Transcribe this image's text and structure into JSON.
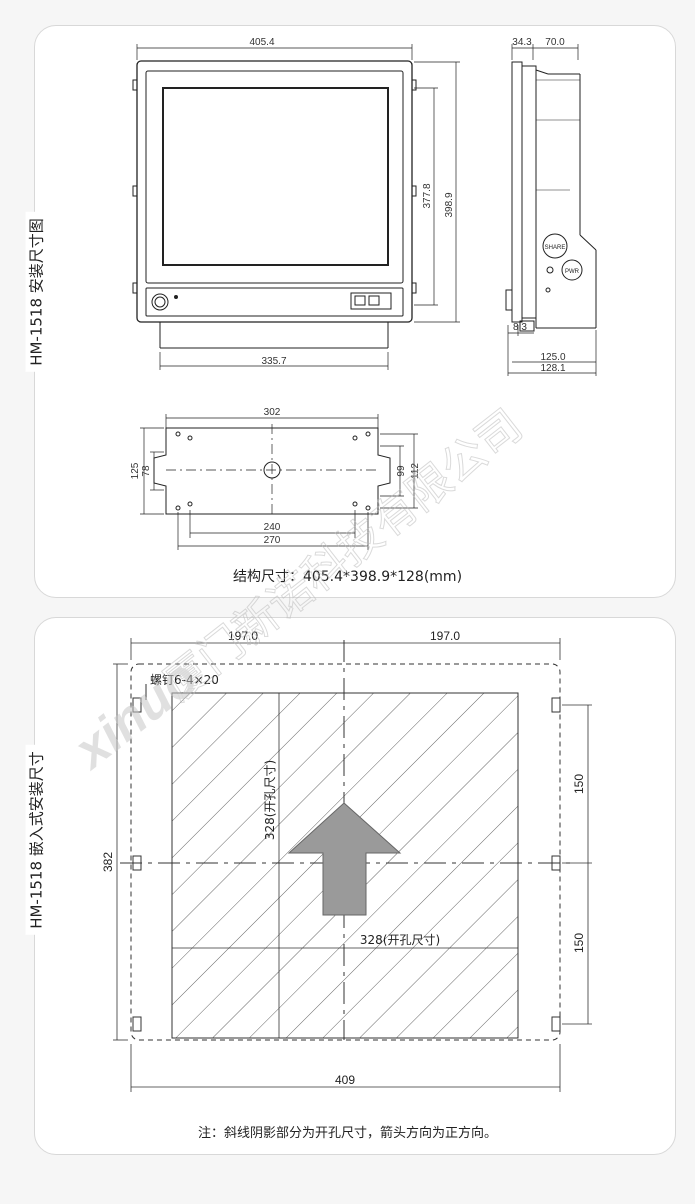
{
  "panel1": {
    "title": "HM-1518 安装尺寸图",
    "dims": {
      "front_width": "405.4",
      "height_inner": "377.8",
      "height_total": "398.9",
      "base_width": "335.7",
      "side_depth_a": "34.3",
      "side_depth_b": "70.0",
      "side_small": "8.3",
      "side_width_a": "125.0",
      "side_width_b": "128.1",
      "bottom_width": "302",
      "bottom_h_left_outer": "125",
      "bottom_h_left_inner": "78",
      "bottom_h_right_inner": "99",
      "bottom_h_right_outer": "112",
      "bottom_span_inner": "240",
      "bottom_span_outer": "270"
    },
    "side_button_labels": [
      "SHARE",
      "PWR"
    ],
    "caption": "结构尺寸：405.4*398.9*128(mm)"
  },
  "panel2": {
    "title": "HM-1518 嵌入式安装尺寸",
    "dims": {
      "top_left": "197.0",
      "top_right": "197.0",
      "screw": "螺钉6-4×20",
      "left_height": "382",
      "right_upper": "150",
      "right_lower": "150",
      "cut_height": "328(开孔尺寸)",
      "cut_width": "328(开孔尺寸)",
      "bottom_width": "409"
    },
    "caption": "注：斜线阴影部分为开孔尺寸，箭头方向为正方向。"
  },
  "watermark": {
    "brand": "xinuo",
    "text": "厦门新诺科技有限公司"
  },
  "colors": {
    "line": "#222222",
    "hatch": "#666666",
    "arrow": "#9a9a9a",
    "watermark": "#c8c8c8"
  }
}
